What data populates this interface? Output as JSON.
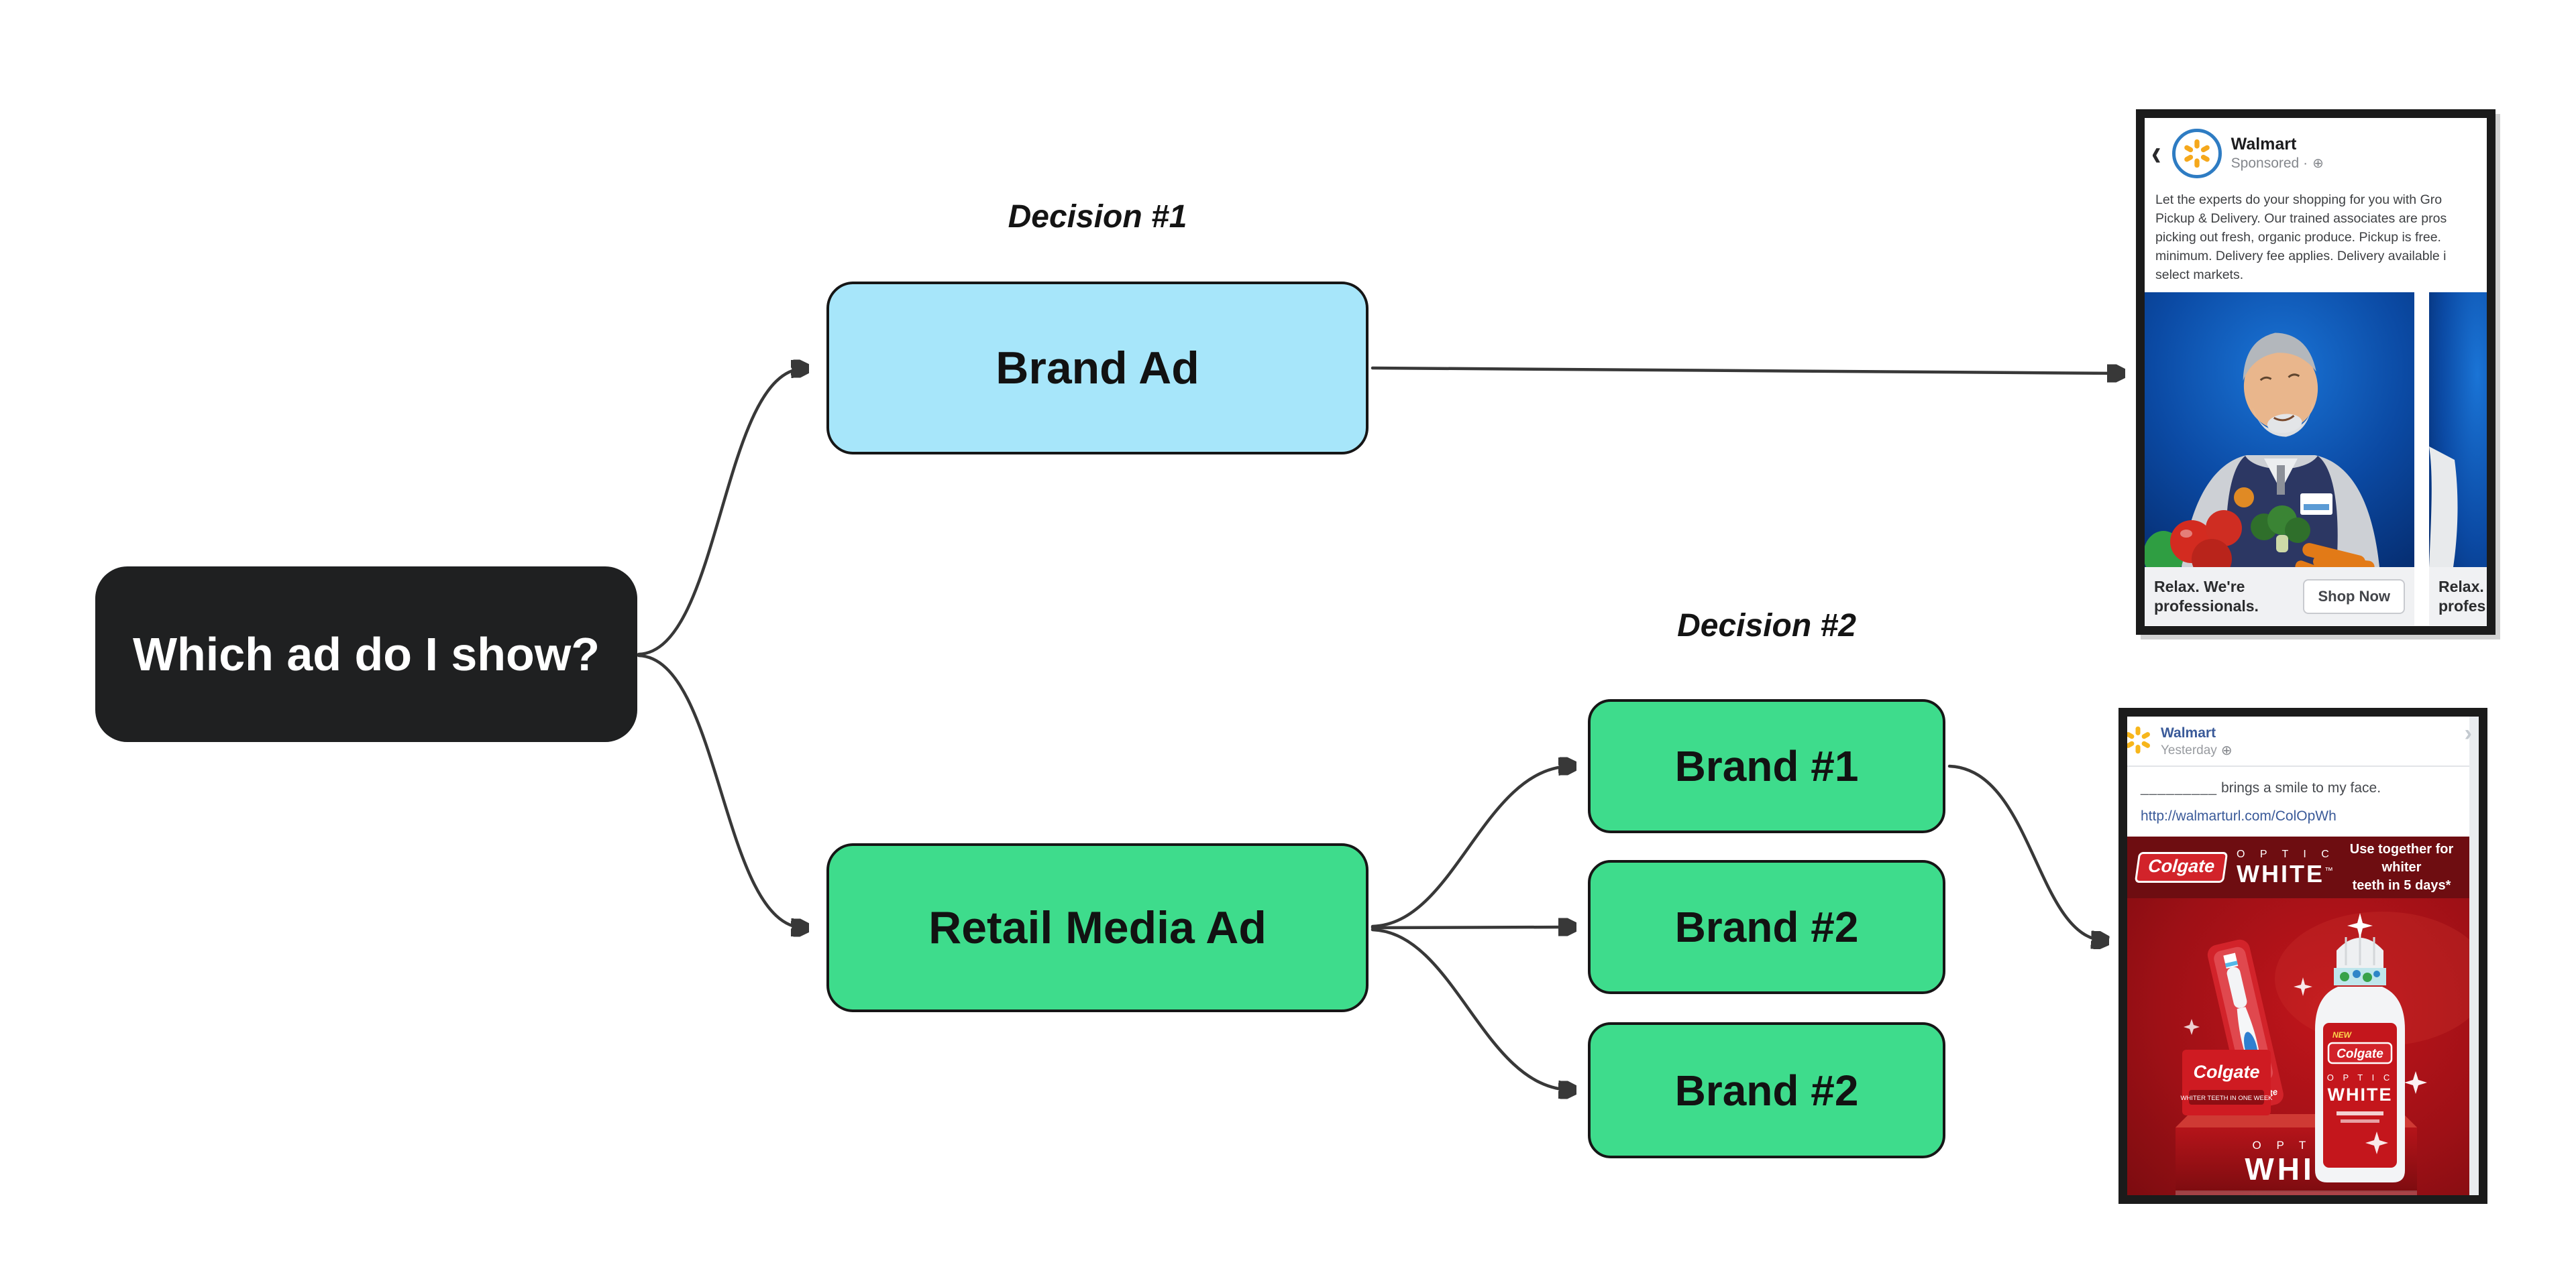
{
  "diagram": {
    "root_label": "Which ad do I show?",
    "decision1_label": "Decision #1",
    "decision2_label": "Decision #2",
    "brand_ad_label": "Brand Ad",
    "retail_media_ad_label": "Retail Media Ad",
    "brand1_label": "Brand #1",
    "brand2_label": "Brand #2",
    "brand3_label": "Brand #2",
    "colors": {
      "root_bg": "#1f2021",
      "brand_ad_bg": "#a7e6fa",
      "retail_media_bg": "#3edc8c",
      "node_border": "#161616",
      "arrow": "#383838"
    }
  },
  "walmart_ad": {
    "back_chevron_icon": "‹",
    "advertiser": "Walmart",
    "sponsored_label": "Sponsored ·",
    "globe_icon": "⊕",
    "body_lines": [
      "Let the experts do your shopping for you with Gro",
      "Pickup & Delivery. Our trained associates are pros",
      "picking out fresh, organic produce. Pickup is free.",
      "minimum. Delivery fee applies. Delivery available i",
      "select markets."
    ],
    "cards": [
      {
        "caption_line1": "Relax. We're",
        "caption_line2": "professionals.",
        "cta": "Shop Now"
      },
      {
        "caption_line1": "Relax.",
        "caption_line2": "profes"
      }
    ]
  },
  "colgate_ad": {
    "advertiser": "Walmart",
    "time_label": "Yesterday",
    "globe_icon": "⊕",
    "next_chevron_icon": "›",
    "post_blank": "_________",
    "post_text": "brings a smile to my face.",
    "link": "http://walmarturl.com/ColOpWh",
    "banner": {
      "brand": "Colgate",
      "optic": "O P T I C",
      "white": "WHITE",
      "tm": "™",
      "claim_line1": "Use together for whiter",
      "claim_line2": "teeth in 5 days*"
    },
    "products": {
      "new_label": "NEW",
      "bottle_brand": "Colgate",
      "bottle_optic": "O P T I C",
      "bottle_white": "WHITE",
      "brush_brand": "Colgate",
      "box_brand": "Colgate",
      "box_sub": "WHITER TEETH IN ONE WEEK",
      "base_optic": "O P T I C",
      "base_white": "WHITE"
    }
  }
}
